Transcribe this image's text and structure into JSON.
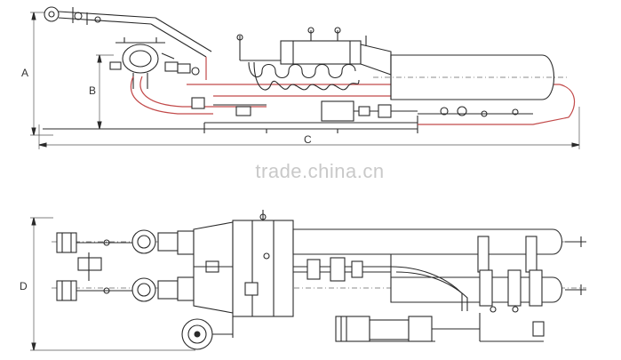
{
  "watermark": "trade.china.cn",
  "dimensions": {
    "a": "A",
    "b": "B",
    "c": "C",
    "d": "D"
  }
}
